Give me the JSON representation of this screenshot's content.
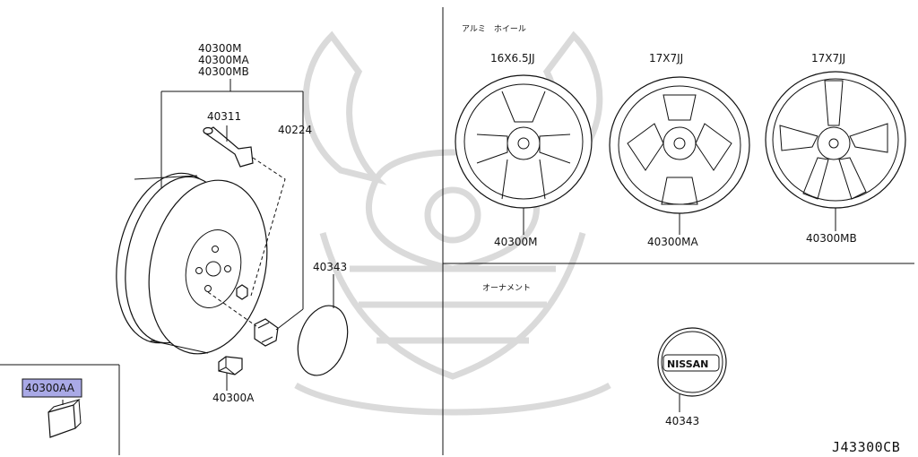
{
  "labels": {
    "wheel_assy": [
      "40300M",
      "40300MA",
      "40300MB"
    ],
    "valve": "40311",
    "nut": "40224",
    "cap_left": "40343",
    "balance_weight": "40300A",
    "kit": "40300AA",
    "alloy_wheel_heading": "アルミ　ホイール",
    "ornament_heading": "オーナメント",
    "wheel1_size": "16X6.5JJ",
    "wheel2_size": "17X7JJ",
    "wheel3_size": "17X7JJ",
    "wheel1_part": "40300M",
    "wheel2_part": "40300MA",
    "wheel3_part": "40300MB",
    "ornament_part": "40343",
    "ornament_logo": "NISSAN",
    "diagram_code": "J43300CB"
  },
  "colors": {
    "highlight": "#a9a9e6",
    "line": "#111111",
    "watermark": "#d6d6d6"
  }
}
